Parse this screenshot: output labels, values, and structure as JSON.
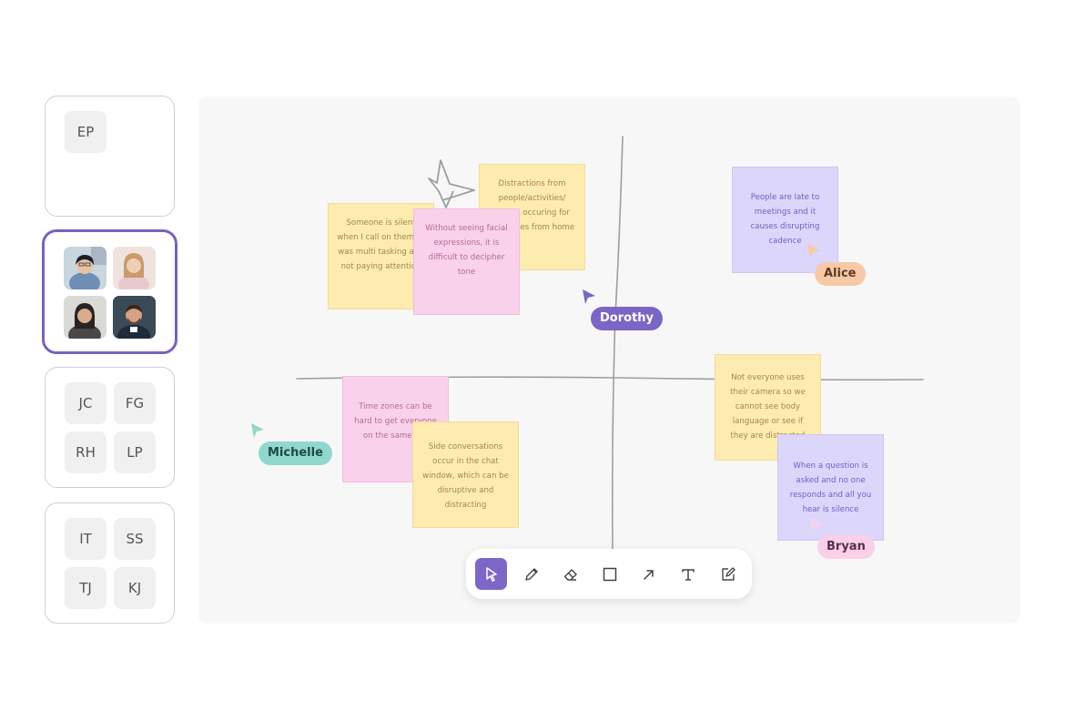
{
  "participants": {
    "group1": [
      "EP"
    ],
    "group3": [
      "JC",
      "FG",
      "RH",
      "LP"
    ],
    "group4": [
      "IT",
      "SS",
      "TJ",
      "KJ"
    ]
  },
  "notes": {
    "n1": "Someone is silent when I call on them or was multi tasking and not paying attention",
    "n2": "Distractions from people/activities/ details occuring for attendees from home",
    "n3": "Without seeing facial expressions, it is difficult to decipher tone",
    "n4": "People are late to meetings and it causes disrupting cadence",
    "n5": "Time zones can be hard to get everyone on the same call",
    "n6": "Side conversations occur in the chat window, which can be disruptive and distracting",
    "n7": "Not everyone uses their camera so we cannot see body language or see if they are distracted",
    "n8": "When a question is asked and no one responds and all you hear is silence"
  },
  "cursors": {
    "alice": "Alice",
    "dorothy": "Dorothy",
    "michelle": "Michelle",
    "bryan": "Bryan"
  },
  "colors": {
    "accent": "#7d67c6",
    "alice": "#f7c9a6",
    "dorothy": "#7a66c4",
    "michelle": "#8fd8cb",
    "bryan": "#f9d0e8"
  },
  "toolbar": {
    "tools": [
      "select-icon",
      "pen-icon",
      "eraser-icon",
      "rectangle-icon",
      "arrow-icon",
      "text-icon",
      "sticky-note-icon"
    ],
    "selected": "select-icon"
  }
}
